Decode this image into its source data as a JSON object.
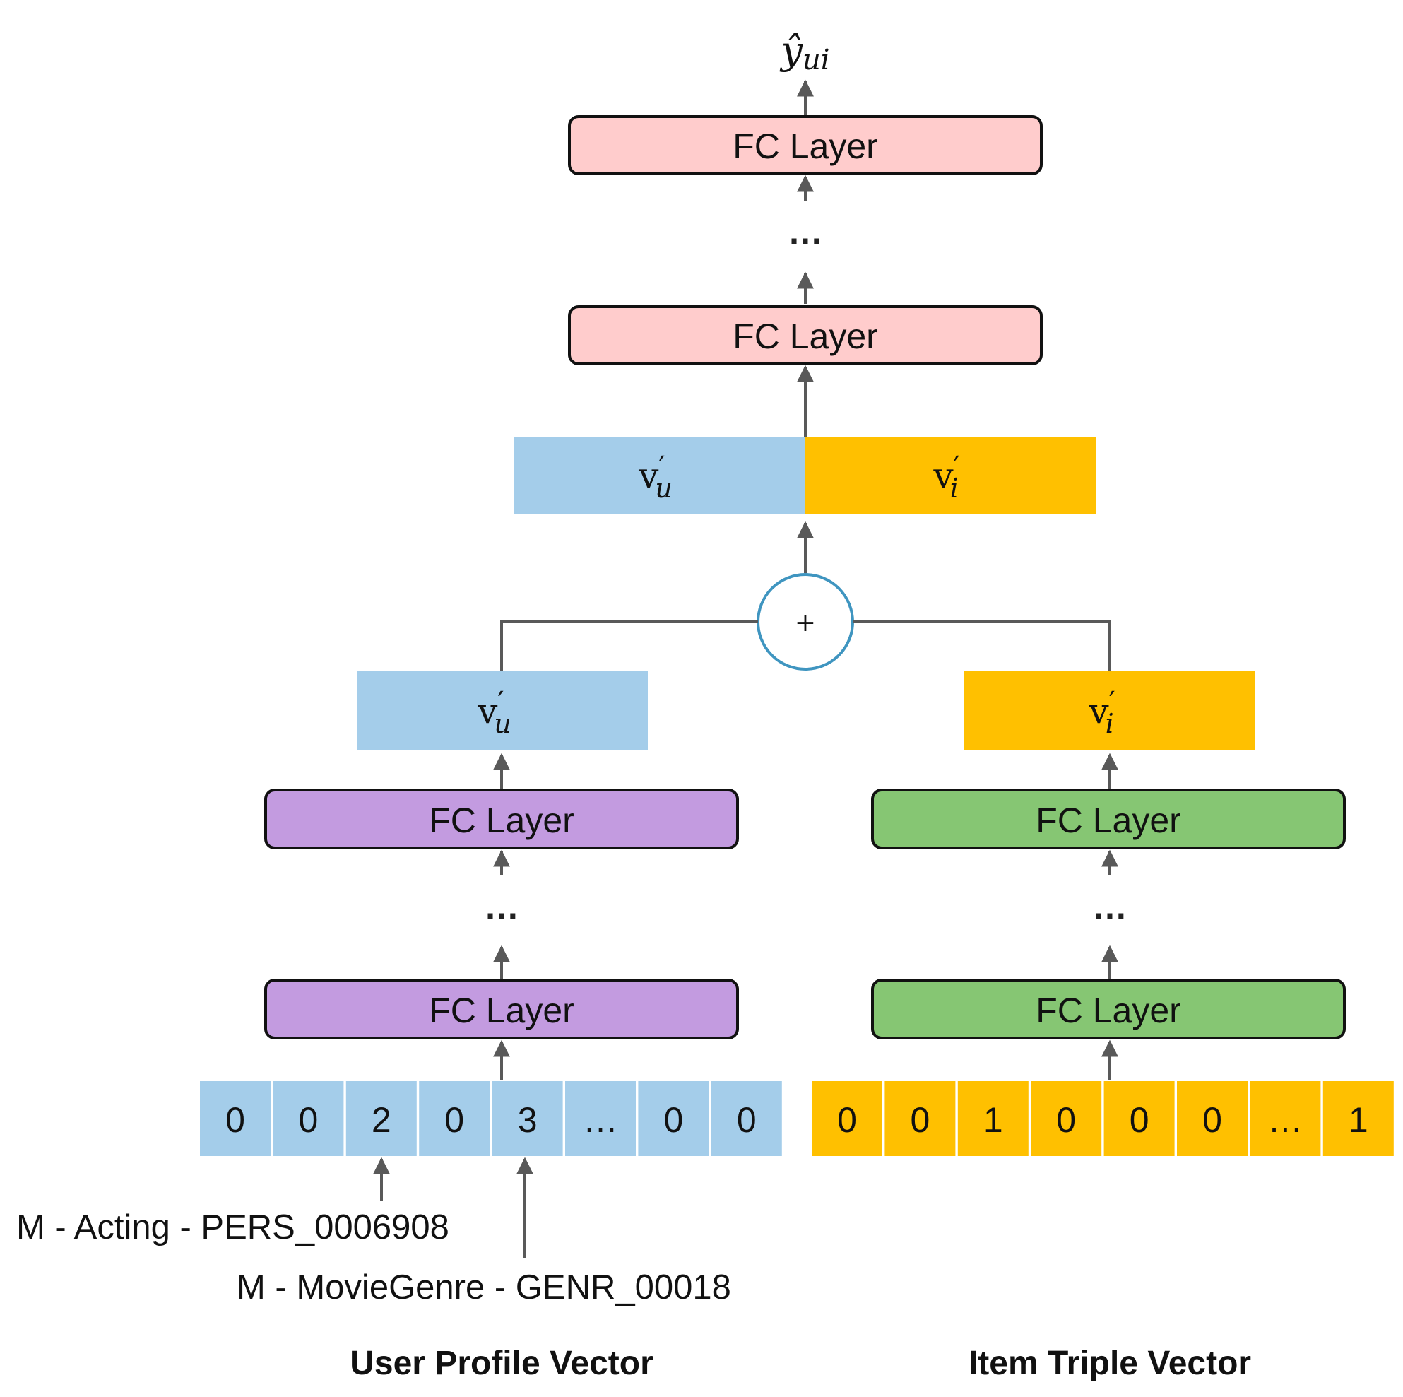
{
  "output_label": {
    "base": "ŷ",
    "sub": "ui"
  },
  "fc_label": "FC Layer",
  "ellipsis": "…",
  "plus_symbol": "+",
  "vector_labels": {
    "user": {
      "base": "v",
      "prime": "′",
      "sub": "u"
    },
    "item": {
      "base": "v",
      "prime": "′",
      "sub": "i"
    }
  },
  "user_vector": {
    "cells": [
      "0",
      "0",
      "2",
      "0",
      "3",
      "…",
      "0",
      "0"
    ],
    "annotations": [
      "M - Acting - PERS_0006908",
      "M - MovieGenre - GENR_00018"
    ],
    "caption": "User Profile Vector"
  },
  "item_vector": {
    "cells": [
      "0",
      "0",
      "1",
      "0",
      "0",
      "0",
      "…",
      "1"
    ],
    "caption": "Item Triple Vector"
  },
  "colors": {
    "user_blue": "#a4cdea",
    "item_yellow": "#ffc000",
    "top_fc_pink": "#ffcccc",
    "user_fc_purple": "#c39be0",
    "item_fc_green": "#86c673",
    "circle_stroke": "#3f95c0",
    "edge": "#595959",
    "box_border": "#111111"
  }
}
